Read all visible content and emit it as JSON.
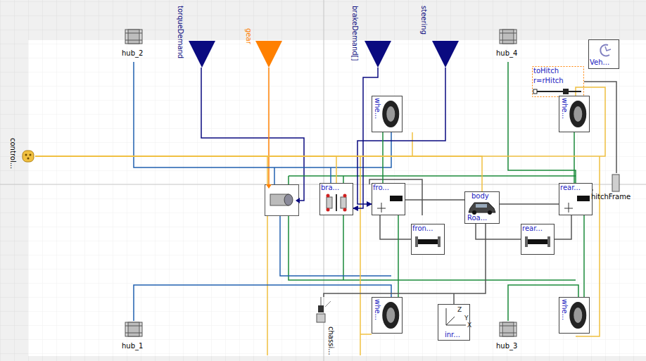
{
  "diagram": {
    "nodes": [
      {
        "text": [
          "hub_2"
        ]
      },
      {
        "text": [
          "torqueDemand"
        ]
      },
      {
        "text": [
          "gear"
        ]
      },
      {
        "text": [
          "brakeDemand[]"
        ]
      },
      {
        "text": [
          "steering"
        ]
      },
      {
        "text": [
          "hub_4"
        ]
      },
      {
        "text": [
          "Veh..."
        ]
      },
      {
        "text": [
          "toHitch",
          "r=rHitch"
        ]
      },
      {
        "text": [
          "control..."
        ]
      },
      {
        "text": [
          "whe..."
        ]
      },
      {
        "text": [
          "whe..."
        ]
      },
      {
        "text": [
          "bra..."
        ]
      },
      {
        "text": [
          "fro..."
        ]
      },
      {
        "text": [
          "body",
          "Roa..."
        ]
      },
      {
        "text": [
          "rear..."
        ]
      },
      {
        "text": [
          "fron..."
        ]
      },
      {
        "text": [
          "rear..."
        ]
      },
      {
        "text": [
          "hitchFrame"
        ]
      },
      {
        "text": [
          "whe..."
        ]
      },
      {
        "text": [
          "inr..."
        ]
      },
      {
        "text": [
          "whe..."
        ]
      },
      {
        "text": [
          "chassi..."
        ]
      },
      {
        "text": [
          "hub_1"
        ]
      },
      {
        "text": [
          "hub_3"
        ]
      }
    ],
    "edges": [
      {
        "from": 0,
        "to": 9,
        "arrow": "none"
      },
      {
        "from": 22,
        "to": 18,
        "arrow": "none"
      },
      {
        "from": 5,
        "to": 14,
        "arrow": "none"
      },
      {
        "from": 23,
        "to": 20,
        "arrow": "none"
      },
      {
        "from": 3,
        "to": 11,
        "arrow": "to"
      },
      {
        "from": 4,
        "to": 12,
        "arrow": "to"
      },
      {
        "from": 9,
        "to": 12,
        "arrow": "none"
      },
      {
        "from": 10,
        "to": 14,
        "arrow": "none"
      },
      {
        "from": 12,
        "to": 13,
        "arrow": "none"
      },
      {
        "from": 13,
        "to": 14,
        "arrow": "none"
      },
      {
        "from": 12,
        "to": 15,
        "arrow": "none"
      },
      {
        "from": 13,
        "to": 16,
        "arrow": "none"
      },
      {
        "from": 16,
        "to": 14,
        "arrow": "none"
      },
      {
        "from": 18,
        "to": 12,
        "arrow": "none"
      },
      {
        "from": 20,
        "to": 14,
        "arrow": "none"
      },
      {
        "from": 14,
        "to": 17,
        "arrow": "none"
      },
      {
        "from": 7,
        "to": 17,
        "arrow": "none"
      },
      {
        "from": 21,
        "to": 13,
        "arrow": "none"
      },
      {
        "from": 8,
        "to": 11,
        "arrow": "none"
      },
      {
        "from": 8,
        "to": 13,
        "arrow": "none"
      },
      {
        "from": 8,
        "to": 10,
        "arrow": "none"
      }
    ],
    "labels": [
      "Z",
      "Y",
      "X"
    ]
  }
}
